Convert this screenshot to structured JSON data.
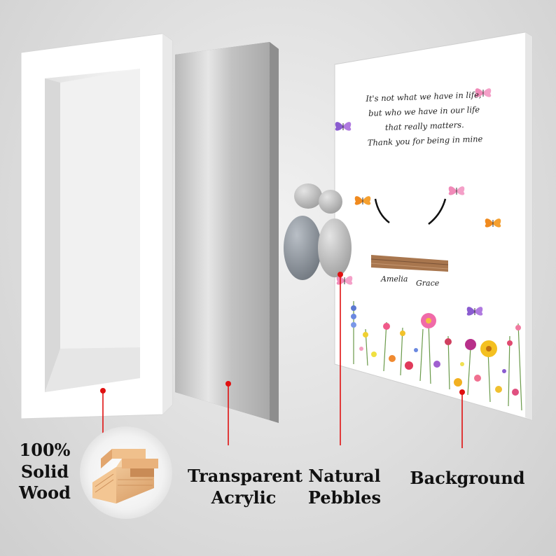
{
  "quote": {
    "lines": [
      "It's not what we have in life,",
      "but who we have in our life",
      "that really matters.",
      "Thank you for being in mine"
    ]
  },
  "names": [
    "Amelia",
    "Grace"
  ],
  "labels": {
    "wood": [
      "100%",
      "Solid",
      "Wood"
    ],
    "acrylic": [
      "Transparent",
      "Acrylic"
    ],
    "pebbles": [
      "Natural",
      "Pebbles"
    ],
    "background": "Background"
  },
  "colors": {
    "marker_red": "#e01010",
    "frame_white": "#ffffff",
    "acrylic_gray": "#bdbdbd",
    "wood_tan": "#e8b27e"
  },
  "icons": [
    "butterfly-icon",
    "wildflower-icon",
    "pebble-icon"
  ]
}
